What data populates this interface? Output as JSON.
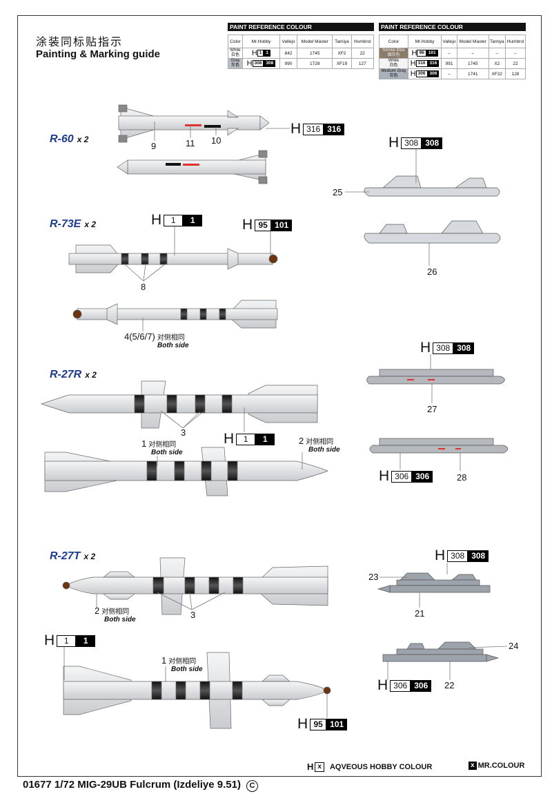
{
  "header": {
    "title_cn": "涂装同标贴指示",
    "title_en": "Painting & Marking guide"
  },
  "tables": [
    {
      "title": "PAINT  REFERENCE COLOUR",
      "columns": [
        "Color",
        "Mr.Hobby",
        "Vallejo",
        "Model Master",
        "Tamiya",
        "Humbrol"
      ],
      "rows": [
        {
          "color_en": "White",
          "color_cn": "白色",
          "h": "H",
          "aq": "1",
          "mr": "1",
          "vallejo": "842",
          "model_master": "1745",
          "tamiya": "XF2",
          "humbrol": "22",
          "swatch": "#ffffff"
        },
        {
          "color_en": "Gray",
          "color_cn": "灰色",
          "h": "H",
          "aq": "308",
          "mr": "308",
          "vallejo": "990",
          "model_master": "1728",
          "tamiya": "XF19",
          "humbrol": "127",
          "swatch": "#b9c0c8"
        }
      ]
    },
    {
      "title": "PAINT  REFERENCE COLOUR",
      "columns": [
        "Color",
        "Mr.Hobby",
        "Vallejo",
        "Model Master",
        "Tamiya",
        "Humbrol"
      ],
      "rows": [
        {
          "color_en": "Smoke Blue",
          "color_cn": "烟灰色",
          "h": "H",
          "aq": "96",
          "mr": "101",
          "vallejo": "–",
          "model_master": "–",
          "tamiya": "–",
          "humbrol": "–",
          "swatch": "#8c7b68"
        },
        {
          "color_en": "White",
          "color_cn": "白色",
          "h": "H",
          "aq": "316",
          "mr": "316",
          "vallejo": "991",
          "model_master": "1745",
          "tamiya": "X2",
          "humbrol": "22",
          "swatch": "#f4f4f4"
        },
        {
          "color_en": "Medium Gray",
          "color_cn": "灰色",
          "h": "H",
          "aq": "306",
          "mr": "306",
          "vallejo": "–",
          "model_master": "1741",
          "tamiya": "XF22",
          "humbrol": "128",
          "swatch": "#a9b1ba"
        }
      ]
    }
  ],
  "sections": [
    {
      "name": "R-60",
      "qty": "x 2"
    },
    {
      "name": "R-73E",
      "qty": "x 2"
    },
    {
      "name": "R-27R",
      "qty": "x 2"
    },
    {
      "name": "R-27T",
      "qty": "x 2"
    }
  ],
  "codes": [
    {
      "h": "H",
      "aq": "316",
      "mr": "316"
    },
    {
      "h": "H",
      "aq": "308",
      "mr": "308"
    },
    {
      "h": "H",
      "aq": "1",
      "mr": "1"
    },
    {
      "h": "H",
      "aq": "95",
      "mr": "101"
    },
    {
      "h": "H",
      "aq": "308",
      "mr": "308"
    },
    {
      "h": "H",
      "aq": "1",
      "mr": "1"
    },
    {
      "h": "H",
      "aq": "308",
      "mr": "308"
    },
    {
      "h": "H",
      "aq": "306",
      "mr": "306"
    },
    {
      "h": "H",
      "aq": "1",
      "mr": "1"
    },
    {
      "h": "H",
      "aq": "306",
      "mr": "306"
    },
    {
      "h": "H",
      "aq": "95",
      "mr": "101"
    }
  ],
  "callouts": [
    {
      "n": "9"
    },
    {
      "n": "11"
    },
    {
      "n": "10"
    },
    {
      "n": "25"
    },
    {
      "n": "8"
    },
    {
      "n": "4(5/6/7)",
      "cn": "对侧相同",
      "en": "Both side"
    },
    {
      "n": "26"
    },
    {
      "n": "3"
    },
    {
      "n": "27"
    },
    {
      "n": "1",
      "cn": "对侧相同",
      "en": "Both side"
    },
    {
      "n": "2",
      "cn": "对侧相同",
      "en": "Both side"
    },
    {
      "n": "28"
    },
    {
      "n": "23"
    },
    {
      "n": "21"
    },
    {
      "n": "2",
      "cn": "对侧相同",
      "en": "Both side"
    },
    {
      "n": "3"
    },
    {
      "n": "1",
      "cn": "对侧相同",
      "en": "Both side"
    },
    {
      "n": "24"
    },
    {
      "n": "22"
    }
  ],
  "legend": {
    "aq_h": "H",
    "aq_box": "x",
    "aq_label": "AQVEOUS HOBBY COLOUR",
    "mr_box": "x",
    "mr_label": "MR.COLOUR"
  },
  "footer": {
    "title": "01677 1/72 MIG-29UB Fulcrum (Izdeliye 9.51)",
    "copyright": "C"
  }
}
